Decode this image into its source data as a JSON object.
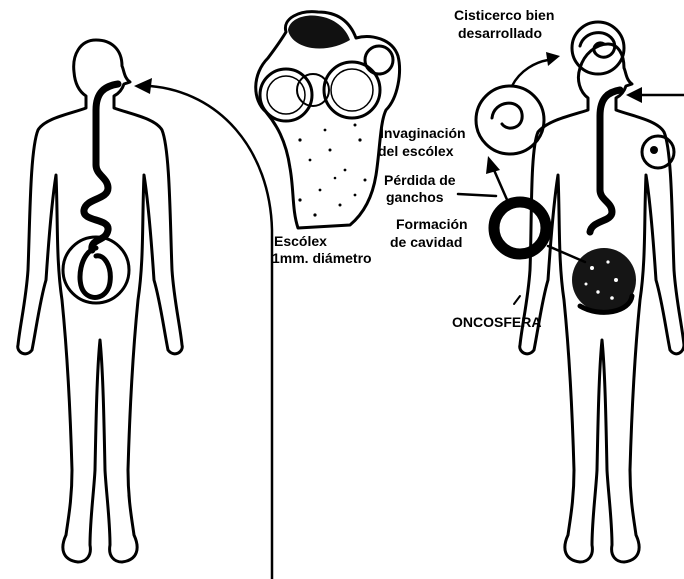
{
  "labels": {
    "cisticerco_line1": "Cisticerco bien",
    "cisticerco_line2": "desarrollado",
    "invaginacion_line1": "Invaginación",
    "invaginacion_line2": "del escólex",
    "perdida_line1": "Pérdida de",
    "perdida_line2": "ganchos",
    "formacion_line1": "Formación",
    "formacion_line2": "de cavidad",
    "escolex_line1": "Escólex",
    "escolex_line2": "1mm. diámetro",
    "oncosfera": "ONCOSFERA"
  }
}
